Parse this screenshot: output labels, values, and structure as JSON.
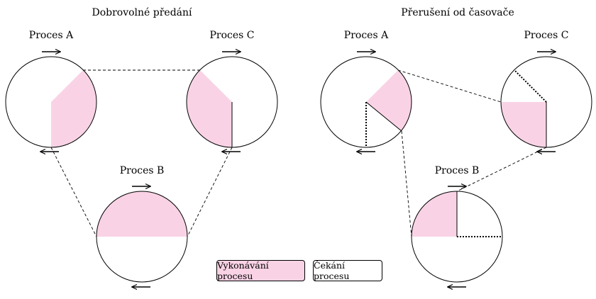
{
  "colors": {
    "run": "#f9d3e5",
    "stroke": "#000000",
    "wait": "#ffffff"
  },
  "left_diagram": {
    "title": "Dobrovolné předání",
    "process_a": "Proces A",
    "process_b": "Proces B",
    "process_c": "Proces C"
  },
  "right_diagram": {
    "title": "Přerušení od časovače",
    "process_a": "Proces A",
    "process_b": "Proces B",
    "process_c": "Proces C"
  },
  "legend": {
    "run_label": "Vykonávání procesu",
    "wait_label": "Čekání procesu"
  },
  "icons": {
    "arrow_right": "arrow-right-icon",
    "arrow_left": "arrow-left-icon"
  }
}
